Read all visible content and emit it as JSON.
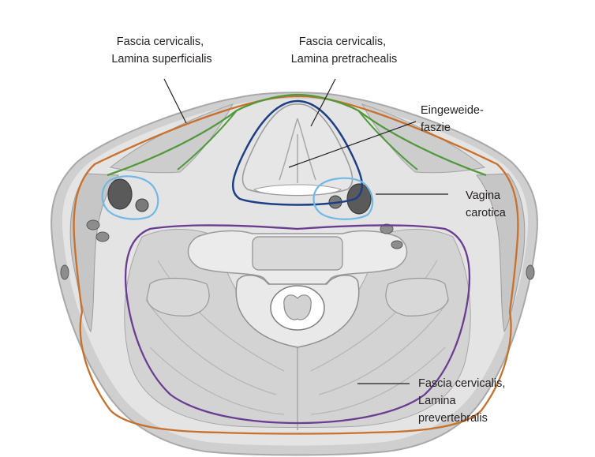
{
  "labels": {
    "superficialis": {
      "line1": "Fascia cervicalis,",
      "line2": "Lamina superficialis"
    },
    "pretrachealis": {
      "line1": "Fascia cervicalis,",
      "line2": "Lamina pretrachealis"
    },
    "eingeweide": {
      "line1": "Eingeweide-",
      "line2": "faszie"
    },
    "carotica": {
      "line1": "Vagina",
      "line2": "carotica"
    },
    "prevertebralis": {
      "line1": "Fascia cervicalis,",
      "line2": "Lamina",
      "line3": "prevertebralis"
    }
  },
  "colors": {
    "lamina_superficialis": "#c8712c",
    "lamina_pretrachealis": "#4f9a3a",
    "eingeweidefaszie": "#1d3f86",
    "vagina_carotica": "#72b8e4",
    "lamina_prevertebralis": "#6a3d91",
    "skin": "#bdbdbd",
    "tissue": "#dcdcdc",
    "muscle": "#c9c9c9",
    "bone": "#eeeeee",
    "vessel": "#5a5a5a"
  }
}
